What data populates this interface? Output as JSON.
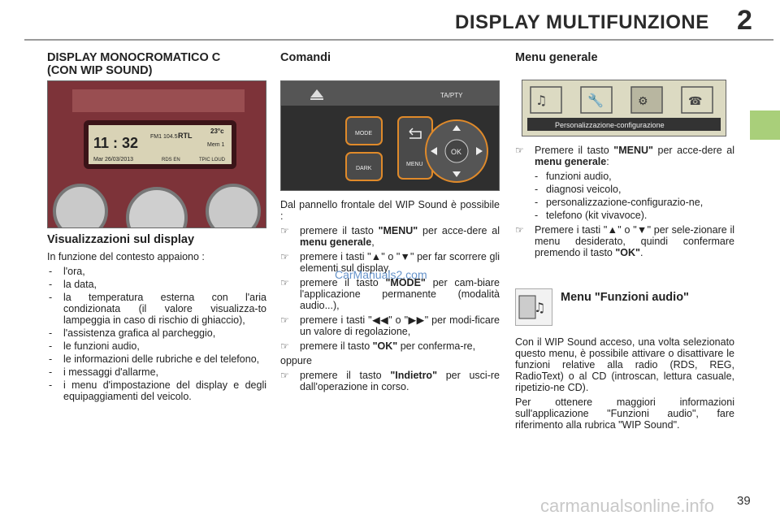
{
  "header": {
    "title": "DISPLAY MULTIFUNZIONE",
    "chapter": "2"
  },
  "col1": {
    "title_line1": "DISPLAY MONOCROMATICO C",
    "title_line2": "(CON WIP SOUND)",
    "display": {
      "time": "11 : 32",
      "date": "Mar 26/03/2013",
      "station": "RTL",
      "freq": "FM1  104.5",
      "temp": "23°c",
      "mem": "Mem 1",
      "rds": "RDS EN",
      "tpc": "TPIC LOUD"
    },
    "section_title": "Visualizzazioni sul display",
    "intro": "In funzione del contesto appaiono :",
    "items": [
      "l'ora,",
      "la data,",
      "la temperatura esterna con l'aria condizionata (il valore visualizza-to lampeggia in caso di rischio di ghiaccio),",
      "l'assistenza grafica al parcheggio,",
      "le funzioni audio,",
      "le informazioni delle rubriche e del telefono,",
      "i messaggi d'allarme,",
      "i menu d'impostazione del display e degli equipaggiamenti del veicolo."
    ]
  },
  "col2": {
    "title": "Comandi",
    "panel": {
      "ta": "TA/PTY",
      "mode": "MODE",
      "dark": "DARK",
      "menu": "MENU",
      "ok": "OK"
    },
    "intro": "Dal pannello frontale del WIP Sound è possibile :",
    "b1_pre": "premere il tasto ",
    "b1_bold": "\"MENU\"",
    "b1_post": " per acce-dere al ",
    "b1_bold2": "menu generale",
    "b1_end": ",",
    "b2": "premere i tasti \"▲\" o \"▼\" per far scorrere gli elementi sul display,",
    "b3_pre": "premere il tasto ",
    "b3_bold": "\"MODE\"",
    "b3_post": " per cam-biare l'applicazione permanente (modalità audio...),",
    "b4": "premere i tasti \"◀◀\" o \"▶▶\" per modi-ficare un valore di regolazione,",
    "b5_pre": "premere il tasto ",
    "b5_bold": "\"OK\"",
    "b5_post": " per conferma-re,",
    "oppure": "oppure",
    "b6_pre": "premere il tasto ",
    "b6_bold": "\"Indietro\"",
    "b6_post": " per usci-re dall'operazione in corso."
  },
  "col3": {
    "title": "Menu generale",
    "screen_caption": "Personalizzazione-configurazione",
    "b1_pre": "Premere il tasto ",
    "b1_bold": "\"MENU\"",
    "b1_post": " per acce-dere al ",
    "b1_bold2": "menu generale",
    "b1_end": ":",
    "sub": [
      "funzioni audio,",
      "diagnosi veicolo,",
      "personalizzazione-configurazio-ne,",
      "telefono (kit vivavoce)."
    ],
    "b2_pre": "Premere i tasti \"▲\" o \"▼\" per sele-zionare il menu desiderato, quindi confermare premendo il tasto ",
    "b2_bold": "\"OK\"",
    "b2_end": ".",
    "audio_title": "Menu \"Funzioni audio\"",
    "p1": "Con il WIP Sound acceso, una volta selezionato questo menu, è possibile attivare o disattivare le funzioni relative alla radio (RDS, REG, RadioText) o al CD (introscan, lettura casuale, ripetizio-ne CD).",
    "p2": "Per ottenere maggiori informazioni sull'applicazione \"Funzioni audio\", fare riferimento alla rubrica \"WIP Sound\"."
  },
  "watermark": "CarManuals2.com",
  "footer_watermark": "carmanualsonline.info",
  "page_number": "39"
}
